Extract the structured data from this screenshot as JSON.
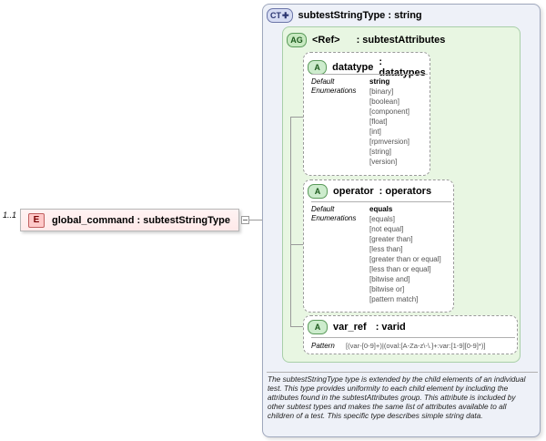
{
  "element": {
    "cardinality": "1..1",
    "badge": "E",
    "name": "global_command",
    "type": "subtestStringType",
    "label": "global_command : subtestStringType"
  },
  "complex_type": {
    "badge": "CT",
    "label": "subtestStringType : string",
    "documentation": "The subtestStringType type is extended by the child elements of an individual test.  This type provides uniformity to each child element by including the attributes found in the subtestAttributes group.  This attribute is included by other subtest types and makes the same list of attributes available to all children of a test.  This specific type describes simple string data."
  },
  "attribute_group": {
    "badge": "AG",
    "ref_label": "<Ref>",
    "name": ": subtestAttributes"
  },
  "attributes": [
    {
      "badge": "A",
      "name": "datatype",
      "type": ": datatypes",
      "default_label": "Default",
      "enum_label": "Enumerations",
      "default_value": "string",
      "enumerations": [
        "[binary]",
        "[boolean]",
        "[component]",
        "[float]",
        "[int]",
        "[rpmversion]",
        "[string]",
        "[version]"
      ]
    },
    {
      "badge": "A",
      "name": "operator",
      "type": ": operators",
      "default_label": "Default",
      "enum_label": "Enumerations",
      "default_value": "equals",
      "enumerations": [
        "[equals]",
        "[not equal]",
        "[greater than]",
        "[less than]",
        "[greater than or equal]",
        "[less than or equal]",
        "[bitwise and]",
        "[bitwise or]",
        "[pattern match]"
      ]
    },
    {
      "badge": "A",
      "name": "var_ref",
      "type": ": varid",
      "pattern_label": "Pattern",
      "pattern": "[(var-[0-9]+)|(oval:[A-Za-z\\-\\.]+:var:[1-9][0-9]*)]"
    }
  ],
  "colors": {
    "element_bg": "#ffe9e9",
    "complex_type_bg": "#eef1f8",
    "attribute_group_bg": "#e8f6e2",
    "attribute_bg": "#ffffff"
  }
}
